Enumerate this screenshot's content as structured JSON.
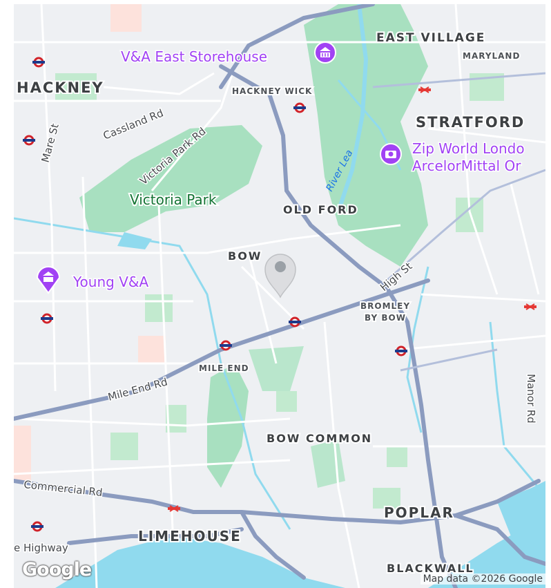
{
  "map": {
    "areas": {
      "east_village": "EAST VILLAGE",
      "maryland": "MARYLAND",
      "hackney": "HACKNEY",
      "hackney_wick": "HACKNEY WICK",
      "stratford": "STRATFORD",
      "old_ford": "OLD FORD",
      "bow": "BOW",
      "bromley_by_bow_1": "BROMLEY",
      "bromley_by_bow_2": "BY BOW",
      "mile_end": "MILE END",
      "bow_common": "BOW COMMON",
      "poplar": "POPLAR",
      "limehouse": "LIMEHOUSE",
      "blackwall": "BLACKWALL"
    },
    "roads": {
      "cassland_rd": "Cassland Rd",
      "victoria_park_rd": "Victoria Park Rd",
      "mare_st": "Mare St",
      "high_st": "High St",
      "mile_end_rd": "Mile End Rd",
      "commercial_rd": "Commercial Rd",
      "the_highway": "e Highway",
      "manor_rd": "Manor Rd"
    },
    "parks": {
      "victoria_park": "Victoria Park"
    },
    "water": {
      "river_lea": "River Lea"
    },
    "pois": {
      "va_east_storehouse": "V&A East Storehouse",
      "zip_world_1": "Zip World Londo",
      "zip_world_2": "ArcelorMittal Or",
      "young_va": "Young V&A"
    },
    "attribution": "Map data ©2026 Google",
    "logo_text": "Google",
    "colors": {
      "land": "#eef0f3",
      "park": "#a8e0c0",
      "water": "#90daee",
      "major_road": "#8b9bbf",
      "poi": "#a142f4",
      "tube": "#d0232a"
    }
  }
}
